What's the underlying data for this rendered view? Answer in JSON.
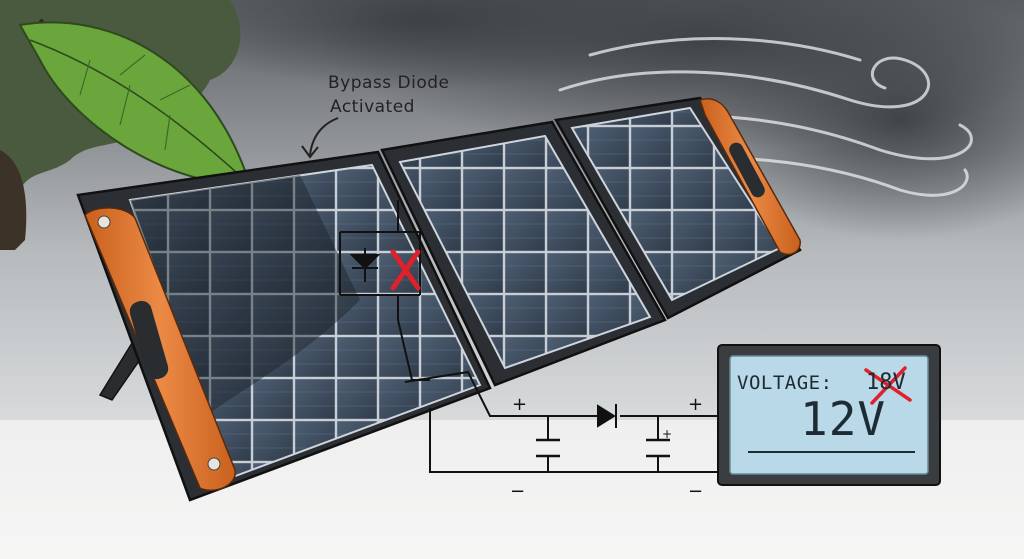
{
  "annotation": {
    "line1": "Bypass Diode",
    "line2": "Activated"
  },
  "meter": {
    "label": "VOLTAGE:",
    "old_value": "18V",
    "new_value": "12V"
  },
  "circuit": {
    "plus_left": "+",
    "minus_left": "−",
    "plus_right": "+",
    "minus_right": "−",
    "cap_plus": "+"
  },
  "colors": {
    "panel_frame": "#2b2f33",
    "cell": "#3b4a5c",
    "accent_orange": "#e07a34",
    "meter_screen": "#b9d8e8",
    "cross_red": "#e0202a",
    "leaf_green": "#6aa63c"
  }
}
